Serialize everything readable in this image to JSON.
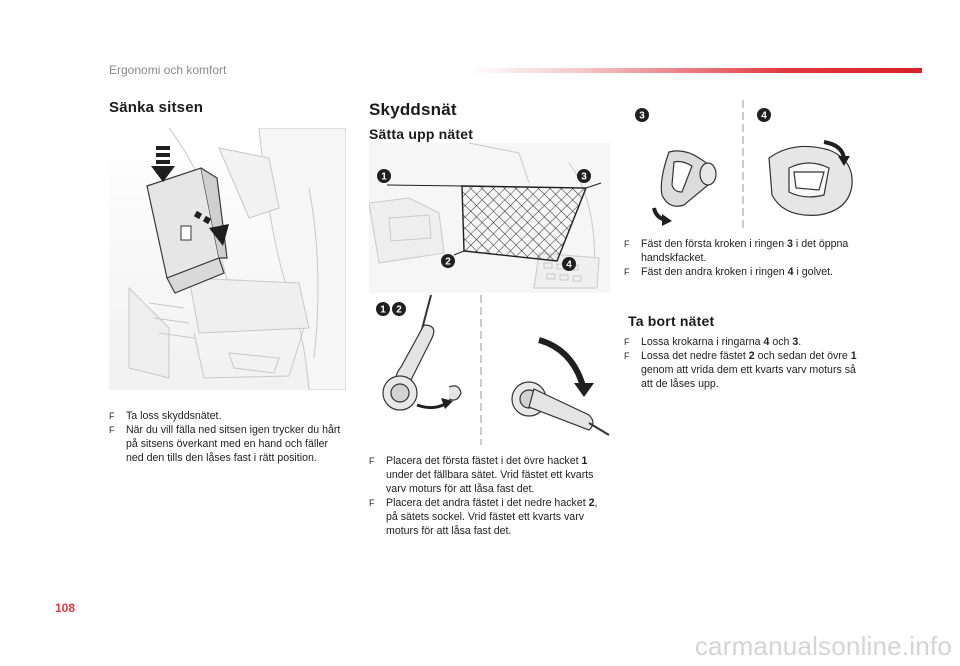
{
  "header": {
    "title": "Ergonomi och komfort"
  },
  "left": {
    "heading": "Sänka sitsen",
    "bullets": [
      {
        "text": "Ta loss skyddsnätet."
      },
      {
        "text": "När du vill fälla ned sitsen igen trycker du hårt på sitsens överkant med en hand och fäller ned den tills den låses fast i rätt position."
      }
    ]
  },
  "middle": {
    "heading": "Skyddsnät",
    "subheading": "Sätta upp nätet",
    "bullet1": {
      "a": "Placera det första fästet i det övre hacket ",
      "n": "1",
      "b": " under det fällbara sätet. Vrid fästet ett kvarts varv moturs för att låsa fast det."
    },
    "bullet2": {
      "a": "Placera det andra fästet i det nedre hacket ",
      "n": "2",
      "b": ", på sätets sockel. Vrid fästet ett kvarts varv moturs för att låsa fast det."
    },
    "figure_labels": {
      "n1": "1",
      "n2": "2",
      "n3": "3",
      "n4": "4"
    }
  },
  "right": {
    "figure_labels": {
      "n3": "3",
      "n4": "4"
    },
    "bullet1": {
      "a": "Fäst den första kroken i ringen ",
      "n": "3",
      "b": " i det öppna handskfacket."
    },
    "bullet2": {
      "a": "Fäst den andra kroken i ringen ",
      "n": "4",
      "b": " i golvet."
    },
    "remove_heading": "Ta bort nätet",
    "bullet3": {
      "a": "Lossa krokarna i ringarna ",
      "n1": "4",
      "mid": " och ",
      "n2": "3",
      "end": "."
    },
    "bullet4": {
      "a": "Lossa det nedre fästet ",
      "n1": "2",
      "mid": " och sedan det övre ",
      "n2": "1",
      "b": " genom att vrida dem ett kvarts varv moturs så att de låses upp."
    }
  },
  "footer": {
    "page_number": "108",
    "watermark": "carmanualsonline.info"
  },
  "bullet_mark": "F"
}
